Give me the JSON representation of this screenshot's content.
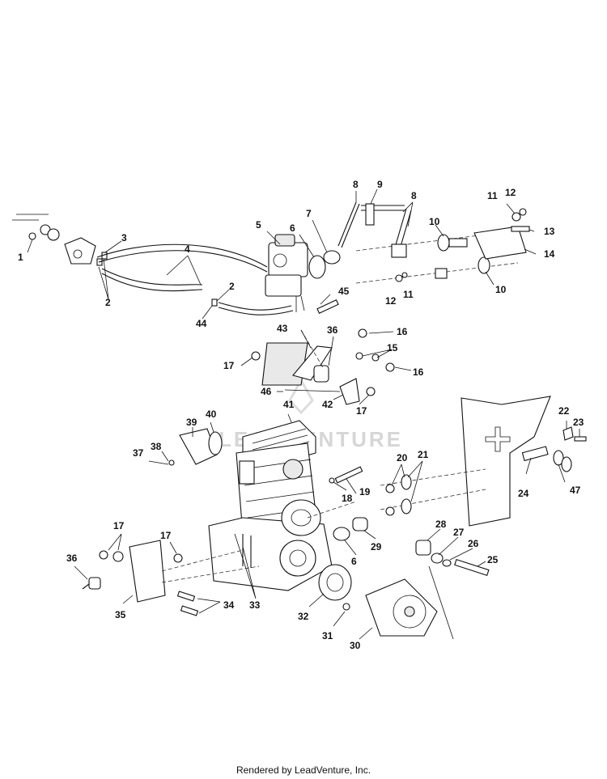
{
  "watermark": "LEADVENTURE",
  "footer": "Rendered by LeadVenture, Inc.",
  "callouts": [
    "1",
    "2",
    "2",
    "3",
    "4",
    "5",
    "6",
    "7",
    "8",
    "8",
    "9",
    "10",
    "10",
    "11",
    "11",
    "12",
    "12",
    "13",
    "14",
    "44",
    "45",
    "43",
    "36",
    "16",
    "15",
    "16",
    "17",
    "17",
    "46",
    "42",
    "41",
    "40",
    "39",
    "38",
    "37",
    "18",
    "19",
    "20",
    "21",
    "22",
    "23",
    "24",
    "47",
    "28",
    "27",
    "26",
    "25",
    "29",
    "6",
    "17",
    "17",
    "36",
    "35",
    "34",
    "33",
    "32",
    "31",
    "30"
  ]
}
